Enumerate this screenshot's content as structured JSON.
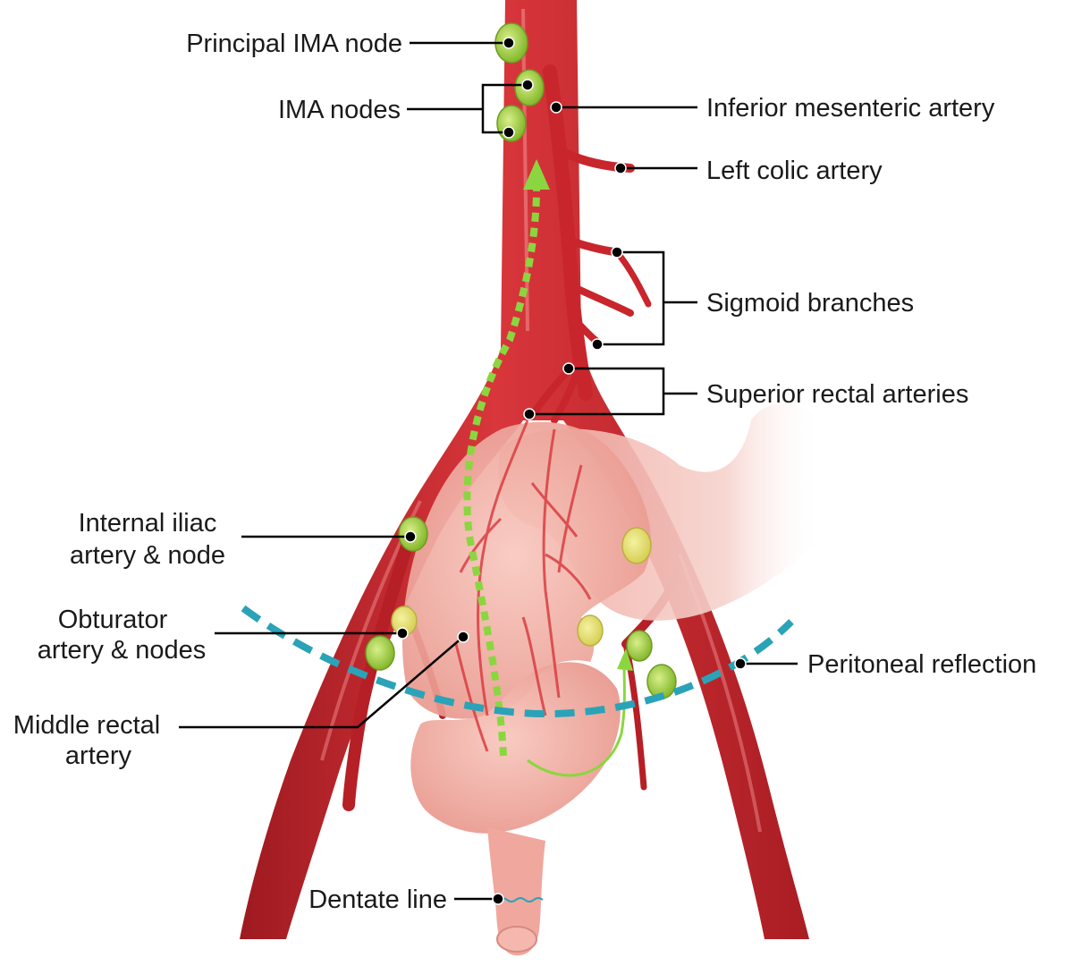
{
  "labels": {
    "principal_ima_node": "Principal IMA node",
    "ima_nodes": "IMA nodes",
    "inferior_mesenteric_artery": "Inferior mesenteric artery",
    "left_colic_artery": "Left colic artery",
    "sigmoid_branches": "Sigmoid branches",
    "superior_rectal_arteries": "Superior rectal arteries",
    "internal_iliac_line1": "Internal iliac",
    "internal_iliac_line2": "artery & node",
    "obturator_line1": "Obturator",
    "obturator_line2": "artery & nodes",
    "middle_rectal_line1": "Middle rectal",
    "middle_rectal_line2": "artery",
    "peritoneal_reflection": "Peritoneal reflection",
    "dentate_line": "Dentate line"
  },
  "colors": {
    "artery": "#c8262c",
    "artery_dark": "#9e1a20",
    "artery_highlight": "#e8575b",
    "node": "#9fcc3b",
    "node_yellow": "#e8e070",
    "bowel": "#f4b8ae",
    "bowel_shade": "#e88e84",
    "lymph_path": "#8bd640",
    "peritoneal_line": "#2aa3b8",
    "dentate": "#2aa3b8",
    "leader": "#000000"
  },
  "icons": {
    "lymph_arrow": "arrow-up-icon",
    "leader_dot": "dot-icon"
  }
}
